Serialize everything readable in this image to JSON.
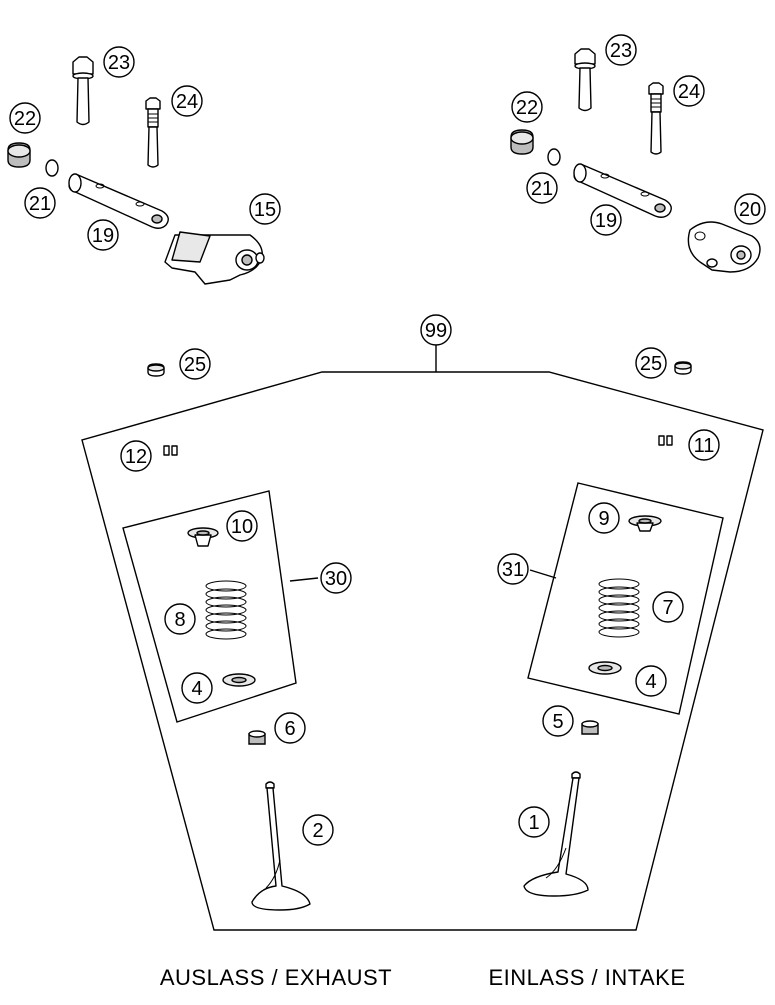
{
  "callouts": {
    "c1": "1",
    "c2": "2",
    "c4a": "4",
    "c4b": "4",
    "c5": "5",
    "c6": "6",
    "c7": "7",
    "c8": "8",
    "c9": "9",
    "c10": "10",
    "c11": "11",
    "c12": "12",
    "c15": "15",
    "c19a": "19",
    "c19b": "19",
    "c20": "20",
    "c21a": "21",
    "c21b": "21",
    "c22a": "22",
    "c22b": "22",
    "c23a": "23",
    "c23b": "23",
    "c24a": "24",
    "c24b": "24",
    "c25a": "25",
    "c25b": "25",
    "c30": "30",
    "c31": "31",
    "c99": "99"
  },
  "captions": {
    "exhaust": "AUSLASS / EXHAUST",
    "intake": "EINLASS / INTAKE"
  }
}
